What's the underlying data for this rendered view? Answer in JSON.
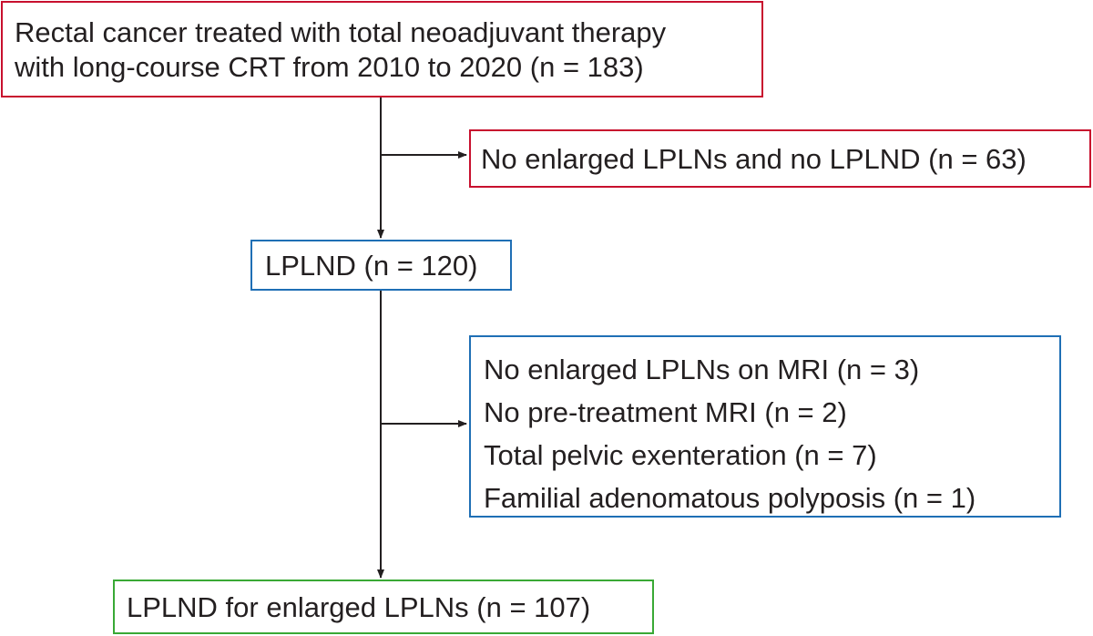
{
  "colors": {
    "text": "#231f20",
    "line": "#231f20",
    "red_border": "#c8102e",
    "blue_border": "#1f6fb5",
    "green_border": "#39a935"
  },
  "boxes": {
    "start": {
      "line1": "Rectal cancer treated with total neoadjuvant therapy",
      "line2": "with long-course CRT from 2010 to 2020 (n = 183)"
    },
    "excluded_1": {
      "text": "No enlarged LPLNs and no LPLND (n = 63)"
    },
    "lplnd": {
      "text": "LPLND (n = 120)"
    },
    "excluded_2": {
      "items": [
        "No enlarged LPLNs on MRI (n = 3)",
        "No pre-treatment MRI (n = 2)",
        "Total pelvic exenteration (n = 7)",
        "Familial adenomatous polyposis (n = 1)"
      ]
    },
    "final": {
      "text": "LPLND for enlarged LPLNs (n = 107)"
    }
  }
}
